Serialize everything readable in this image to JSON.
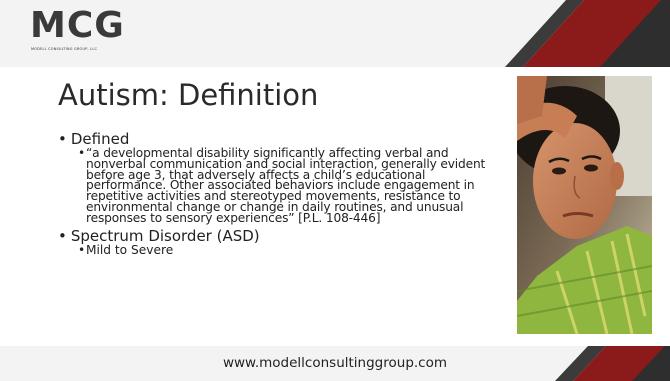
{
  "header": {
    "logo_text": "MCG",
    "logo_subtitle": "MODELL CONSULTING GROUP, LLC"
  },
  "slide": {
    "title": "Autism:  Definition",
    "bullets": [
      {
        "text": "Defined",
        "sub": [
          "“a developmental disability significantly affecting verbal and nonverbal communication and social interaction, generally evident before age 3, that adversely affects a child’s educational performance.  Other associated behaviors include engagement in repetitive activities and stereotyped movements, resistance to environmental change or change in daily routines, and unusual responses to sensory experiences” [P.L. 108-446]"
        ]
      },
      {
        "text": "Spectrum Disorder (ASD)",
        "sub": [
          "Mild to Severe"
        ]
      }
    ]
  },
  "footer": {
    "url": "www.modellconsultinggroup.com"
  },
  "colors": {
    "band": "#f3f3f3",
    "stripe_dark": "#3b3b3b",
    "stripe_red": "#8b1a1a",
    "text": "#222222"
  }
}
